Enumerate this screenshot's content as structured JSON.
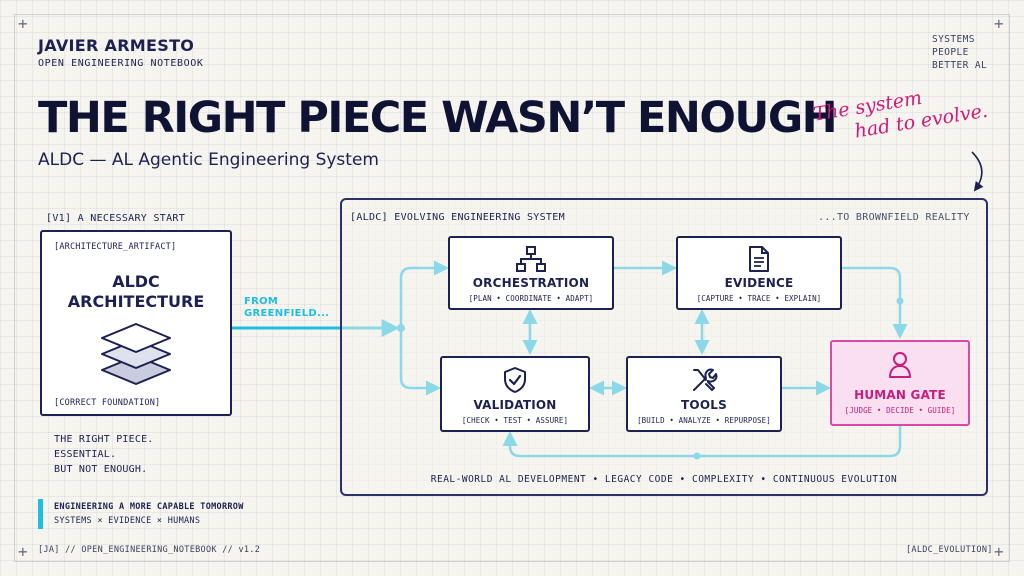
{
  "header": {
    "author": "JAVIER ARMESTO",
    "notebook": "OPEN ENGINEERING NOTEBOOK",
    "tagline": [
      "SYSTEMS",
      "PEOPLE",
      "BETTER AL"
    ]
  },
  "title": "THE RIGHT PIECE WASN’T ENOUGH",
  "subtitle": "ALDC — AL Agentic Engineering System",
  "handnote": [
    "The system",
    "had to evolve."
  ],
  "v1": {
    "section_label": "[V1] A NECESSARY START",
    "tag": "[ARCHITECTURE_ARTIFACT]",
    "title_line1": "ALDC",
    "title_line2": "ARCHITECTURE",
    "footer": "[CORRECT FOUNDATION]",
    "notes": [
      "THE RIGHT PIECE.",
      "ESSENTIAL.",
      "BUT NOT ENOUGH."
    ]
  },
  "transition": {
    "from_line1": "FROM",
    "from_line2": "GREENFIELD..."
  },
  "aldc": {
    "section_label": "[ALDC] EVOLVING ENGINEERING SYSTEM",
    "right_label": "...TO BROWNFIELD REALITY",
    "nodes": {
      "orchestration": {
        "title": "ORCHESTRATION",
        "sub": "[PLAN • COORDINATE • ADAPT]",
        "icon": "hierarchy-icon"
      },
      "evidence": {
        "title": "EVIDENCE",
        "sub": "[CAPTURE • TRACE • EXPLAIN]",
        "icon": "document-icon"
      },
      "validation": {
        "title": "VALIDATION",
        "sub": "[CHECK • TEST • ASSURE]",
        "icon": "shield-check-icon"
      },
      "tools": {
        "title": "TOOLS",
        "sub": "[BUILD • ANALYZE • REPURPOSE]",
        "icon": "wrench-screwdriver-icon"
      },
      "human_gate": {
        "title": "HUMAN GATE",
        "sub": "[JUDGE • DECIDE • GUIDE]",
        "icon": "person-icon"
      }
    },
    "bottom_line": "REAL-WORLD AL DEVELOPMENT  •  LEGACY CODE  •  COMPLEXITY  •  CONTINUOUS EVOLUTION"
  },
  "caption": {
    "line1": "ENGINEERING A MORE CAPABLE TOMORROW",
    "line2": "SYSTEMS × EVIDENCE × HUMANS"
  },
  "footer": {
    "left": "[JA] // OPEN_ENGINEERING_NOTEBOOK // v1.2",
    "right": "[ALDC_EVOLUTION]"
  },
  "colors": {
    "navy": "#1b2150",
    "cyan": "#1fbde0",
    "magenta": "#d2197a",
    "human_fill": "#f9dff0"
  }
}
